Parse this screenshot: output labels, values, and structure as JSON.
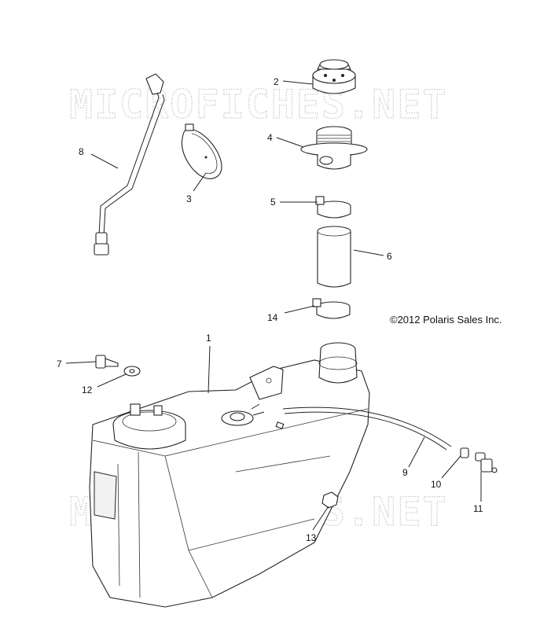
{
  "watermark": {
    "text": "MICROFICHES.NET"
  },
  "copyright": "©2012 Polaris Sales Inc.",
  "callouts": [
    {
      "id": "c1",
      "number": "1"
    },
    {
      "id": "c2",
      "number": "2"
    },
    {
      "id": "c3",
      "number": "3"
    },
    {
      "id": "c4",
      "number": "4"
    },
    {
      "id": "c5",
      "number": "5"
    },
    {
      "id": "c6",
      "number": "6"
    },
    {
      "id": "c7",
      "number": "7"
    },
    {
      "id": "c8",
      "number": "8"
    },
    {
      "id": "c9",
      "number": "9"
    },
    {
      "id": "c10",
      "number": "10"
    },
    {
      "id": "c11",
      "number": "11"
    },
    {
      "id": "c12",
      "number": "12"
    },
    {
      "id": "c13",
      "number": "13"
    },
    {
      "id": "c14",
      "number": "14"
    }
  ],
  "colors": {
    "line": "#222222",
    "watermark": "#c9c9c9",
    "background": "#ffffff"
  }
}
